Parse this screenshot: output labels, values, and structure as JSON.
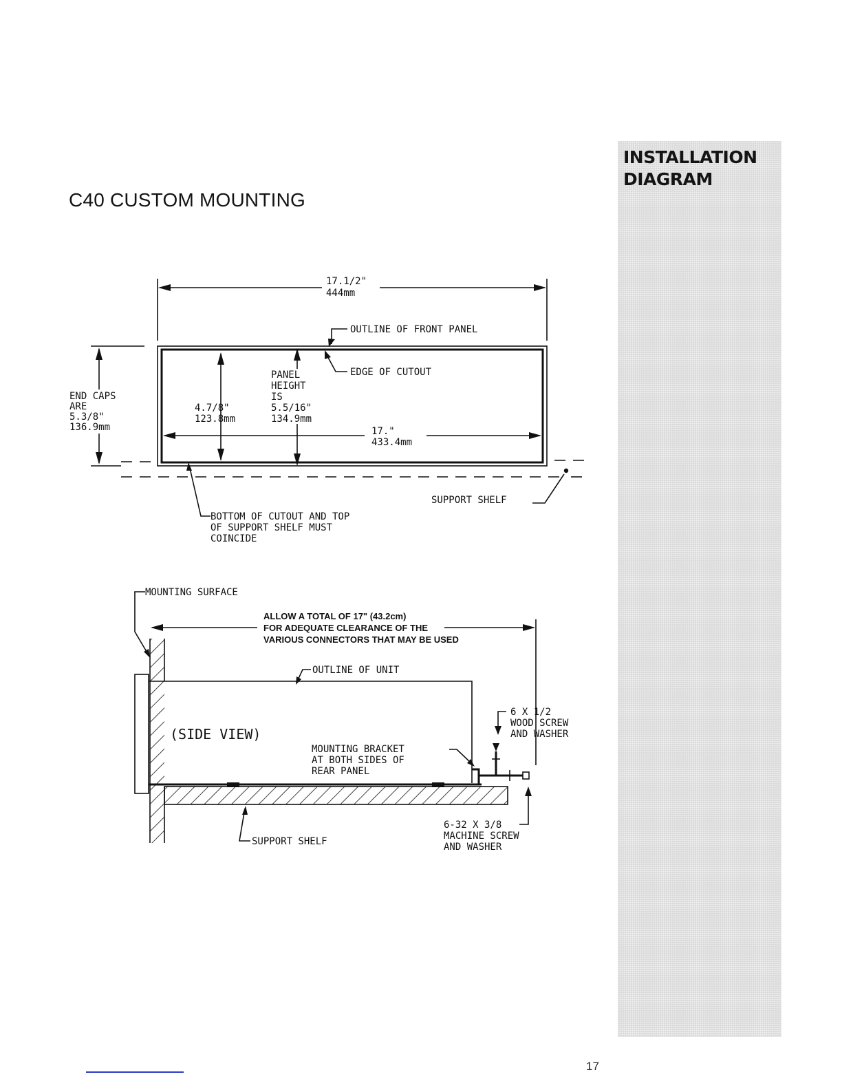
{
  "page": {
    "title": "C40 CUSTOM MOUNTING",
    "sidebar_title_line1": "INSTALLATION",
    "sidebar_title_line2": "DIAGRAM",
    "page_number": "17"
  },
  "front_view": {
    "overall_width_in": "17.1/2\"",
    "overall_width_mm": "444mm",
    "outline_label": "OUTLINE OF FRONT PANEL",
    "cutout_label": "EDGE OF CUTOUT",
    "panel_height_line1": "PANEL",
    "panel_height_line2": "HEIGHT",
    "panel_height_line3": "IS",
    "panel_height_in": "5.5/16\"",
    "panel_height_mm": "134.9mm",
    "cutout_height_in": "4.7/8\"",
    "cutout_height_mm": "123.8mm",
    "cutout_width_in": "17.\"",
    "cutout_width_mm": "433.4mm",
    "end_caps_line1": "END CAPS",
    "end_caps_line2": "ARE",
    "end_caps_in": "5.3/8\"",
    "end_caps_mm": "136.9mm",
    "support_shelf_label": "SUPPORT SHELF",
    "bottom_note_line1": "BOTTOM OF CUTOUT AND TOP",
    "bottom_note_line2": "OF SUPPORT SHELF MUST",
    "bottom_note_line3": "COINCIDE"
  },
  "side_view": {
    "mounting_surface_label": "MOUNTING SURFACE",
    "clearance_line1": "ALLOW A TOTAL OF 17\" (43.2cm)",
    "clearance_line2": "FOR ADEQUATE CLEARANCE OF THE",
    "clearance_line3": "VARIOUS CONNECTORS THAT MAY BE USED",
    "outline_unit_label": "OUTLINE OF UNIT",
    "side_view_label": "(SIDE VIEW)",
    "bracket_line1": "MOUNTING BRACKET",
    "bracket_line2": "AT BOTH SIDES OF",
    "bracket_line3": "REAR PANEL",
    "wood_screw_line1": "6 X 1/2",
    "wood_screw_line2": "WOOD SCREW",
    "wood_screw_line3": "AND WASHER",
    "machine_screw_line1": "6-32 X 3/8",
    "machine_screw_line2": "MACHINE SCREW",
    "machine_screw_line3": "AND WASHER",
    "support_shelf_label": "SUPPORT SHELF"
  }
}
